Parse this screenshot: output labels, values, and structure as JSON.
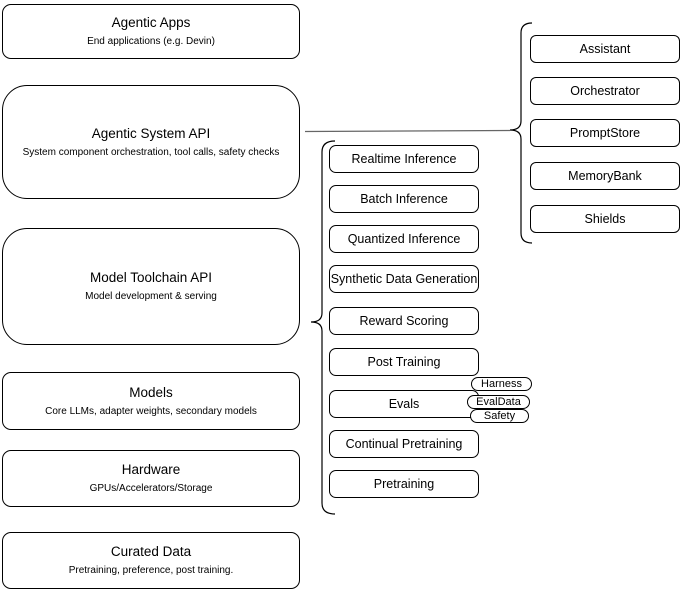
{
  "diagram": {
    "left_column": [
      {
        "title": "Agentic Apps",
        "subtitle": "End applications (e.g. Devin)"
      },
      {
        "title": "Agentic System API",
        "subtitle": "System component orchestration, tool calls, safety checks"
      },
      {
        "title": "Model Toolchain API",
        "subtitle": "Model development & serving"
      },
      {
        "title": "Models",
        "subtitle": "Core LLMs, adapter weights, secondary models"
      },
      {
        "title": "Hardware",
        "subtitle": "GPUs/Accelerators/Storage"
      },
      {
        "title": "Curated Data",
        "subtitle": "Pretraining, preference, post training."
      }
    ],
    "toolchain_items": [
      "Realtime Inference",
      "Batch Inference",
      "Quantized Inference",
      "Synthetic Data Generation",
      "Reward Scoring",
      "Post Training",
      "Evals",
      "Continual Pretraining",
      "Pretraining"
    ],
    "evals_sub_items": [
      "Harness",
      "EvalData",
      "Safety"
    ],
    "system_components": [
      "Assistant",
      "Orchestrator",
      "PromptStore",
      "MemoryBank",
      "Shields"
    ],
    "colors": {
      "node_border": "#000000",
      "node_fill": "#ffffff",
      "brace_stroke": "#000000",
      "connector_stroke": "#666666"
    }
  }
}
